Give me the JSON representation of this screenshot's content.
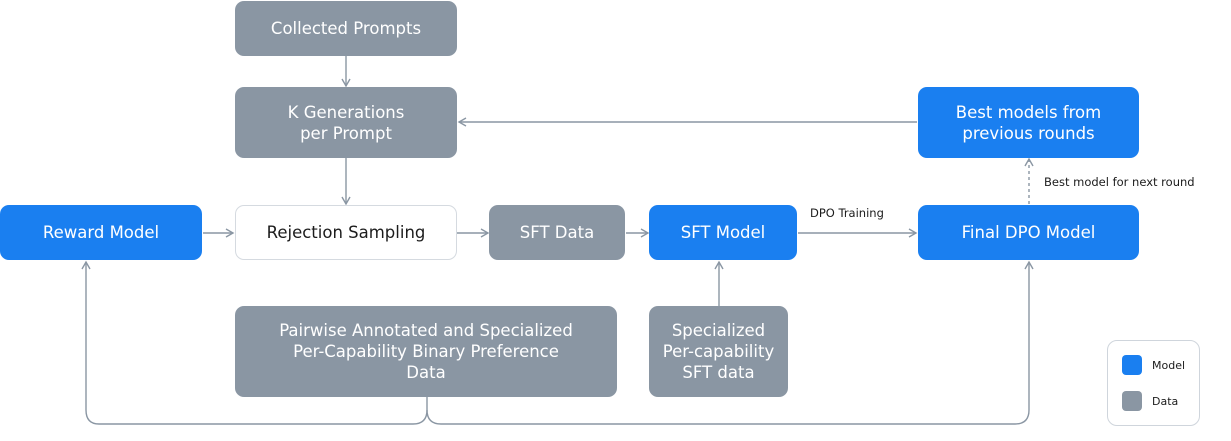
{
  "nodes": {
    "collected_prompts": "Collected Prompts",
    "k_generations": "K Generations per Prompt",
    "best_models": "Best models from previous rounds",
    "reward_model": "Reward Model",
    "rejection_sampling": "Rejection Sampling",
    "sft_data": "SFT Data",
    "sft_model": "SFT Model",
    "final_dpo_model": "Final DPO Model",
    "pairwise_data": "Pairwise Annotated and Specialized Per-Capability Binary Preference Data",
    "specialized_sft_data": "Specialized Per-capability SFT data"
  },
  "edge_labels": {
    "dpo_training": "DPO Training",
    "best_model_next_round": "Best model for next round"
  },
  "legend": {
    "model_label": "Model",
    "data_label": "Data",
    "model_color": "#1a7ff0",
    "data_color": "#8a96a3"
  },
  "colors": {
    "arrow": "#8a96a3",
    "plain_border": "#d5dae0"
  }
}
